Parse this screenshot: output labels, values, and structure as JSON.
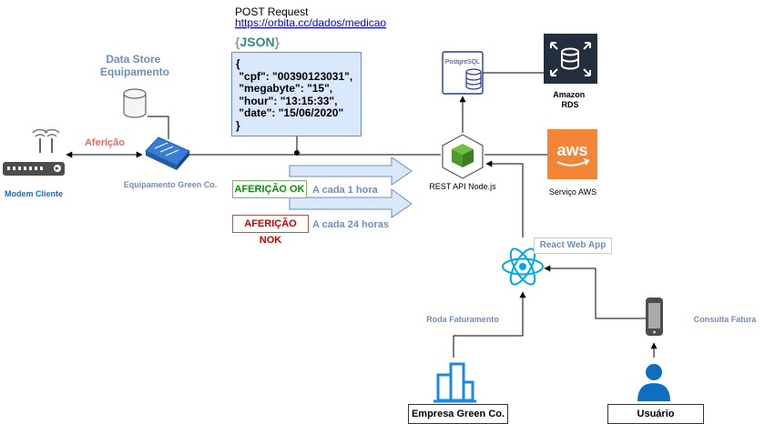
{
  "request": {
    "title": "POST Request",
    "url": "https://orbita.cc/dados/medicao",
    "format_open": "{",
    "format_name": "JSON",
    "format_close": "}"
  },
  "payload_lines": [
    "{",
    " \"cpf\": \"00390123031\",",
    " \"megabyte\": \"15\",",
    " \"hour\": \"13:15:33\",",
    " \"date\": \"15/06/2020\"",
    "}"
  ],
  "nodes": {
    "data_store": "Data Store\nEquipamento",
    "modem": "Modem Cliente",
    "equipamento": "Equipamento Green Co.",
    "rest_api": "REST API Node.js",
    "postgres": "PostgreSQL",
    "rds": "Amazon\nRDS",
    "aws": "Serviço AWS",
    "aws_logo": "aws",
    "react": "React Web App",
    "empresa": "Empresa Green Co.",
    "usuario": "Usuário"
  },
  "edges": {
    "afericao": "Aferição",
    "afericao_ok": "AFERIÇÃO OK",
    "afericao_ok_freq": "A cada 1 hora",
    "afericao_nok": "AFERIÇÃO NOK",
    "afericao_nok_freq": "A cada 24 horas",
    "roda_faturamento": "Roda Faturamento",
    "consulta_fatura": "Consulta Fatura"
  },
  "colors": {
    "label_blue": "#6c8ebf",
    "node_blue": "#0e6fc1",
    "red": "#ea6b66",
    "react": "#00a8e6",
    "aws_orange": "#f58536",
    "rds_dark": "#232f3e",
    "node_green": "#6bbf46"
  }
}
